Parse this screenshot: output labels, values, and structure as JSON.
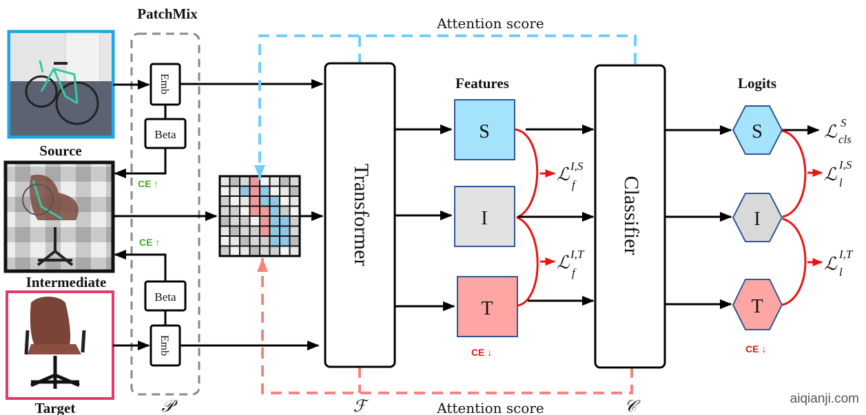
{
  "title": "PatchMix",
  "images": {
    "source": {
      "label": "Source",
      "border_color": "#1aa7e6",
      "description": "bicycle"
    },
    "intermediate": {
      "label": "Intermediate",
      "border_color": "#111111",
      "description": "mixed bicycle and chair patches"
    },
    "target": {
      "label": "Target",
      "border_color": "#e23c66",
      "description": "office chair"
    }
  },
  "patchmix": {
    "emb_label": "Emb",
    "beta_label": "Beta",
    "symbol": "𝒫",
    "ce_up_label": "CE ↑",
    "ce_up_color": "#4aa81e"
  },
  "attention": {
    "top_label": "Attention score",
    "bottom_label": "Attention score",
    "source_color": "#6fcff7",
    "target_color": "#f5837f"
  },
  "transformer": {
    "label": "Transformer",
    "symbol": "ℱ"
  },
  "classifier": {
    "label": "Classifier",
    "symbol": "𝒞"
  },
  "features": {
    "title": "Features",
    "nodes": [
      {
        "label": "S",
        "fill": "#a5e2fb"
      },
      {
        "label": "I",
        "fill": "#e2e2e2"
      },
      {
        "label": "T",
        "fill": "#fda6a4"
      }
    ],
    "losses": [
      {
        "base": "ℒ",
        "sub": "f",
        "sup": "I,S"
      },
      {
        "base": "ℒ",
        "sub": "f",
        "sup": "I,T"
      }
    ],
    "ce_down_label": "CE ↓"
  },
  "logits": {
    "title": "Logits",
    "nodes": [
      {
        "label": "S",
        "fill": "#a5e2fb"
      },
      {
        "label": "I",
        "fill": "#d9d9d9"
      },
      {
        "label": "T",
        "fill": "#fda6a4"
      }
    ],
    "cls_loss": {
      "base": "ℒ",
      "sub": "cls",
      "sup": "S"
    },
    "losses": [
      {
        "base": "ℒ",
        "sub": "l",
        "sup": "I,S"
      },
      {
        "base": "ℒ",
        "sub": "l",
        "sup": "I,T"
      }
    ],
    "ce_down_label": "CE ↓",
    "ce_down_color": "#ee1111"
  },
  "watermark": "aiqianji.com"
}
